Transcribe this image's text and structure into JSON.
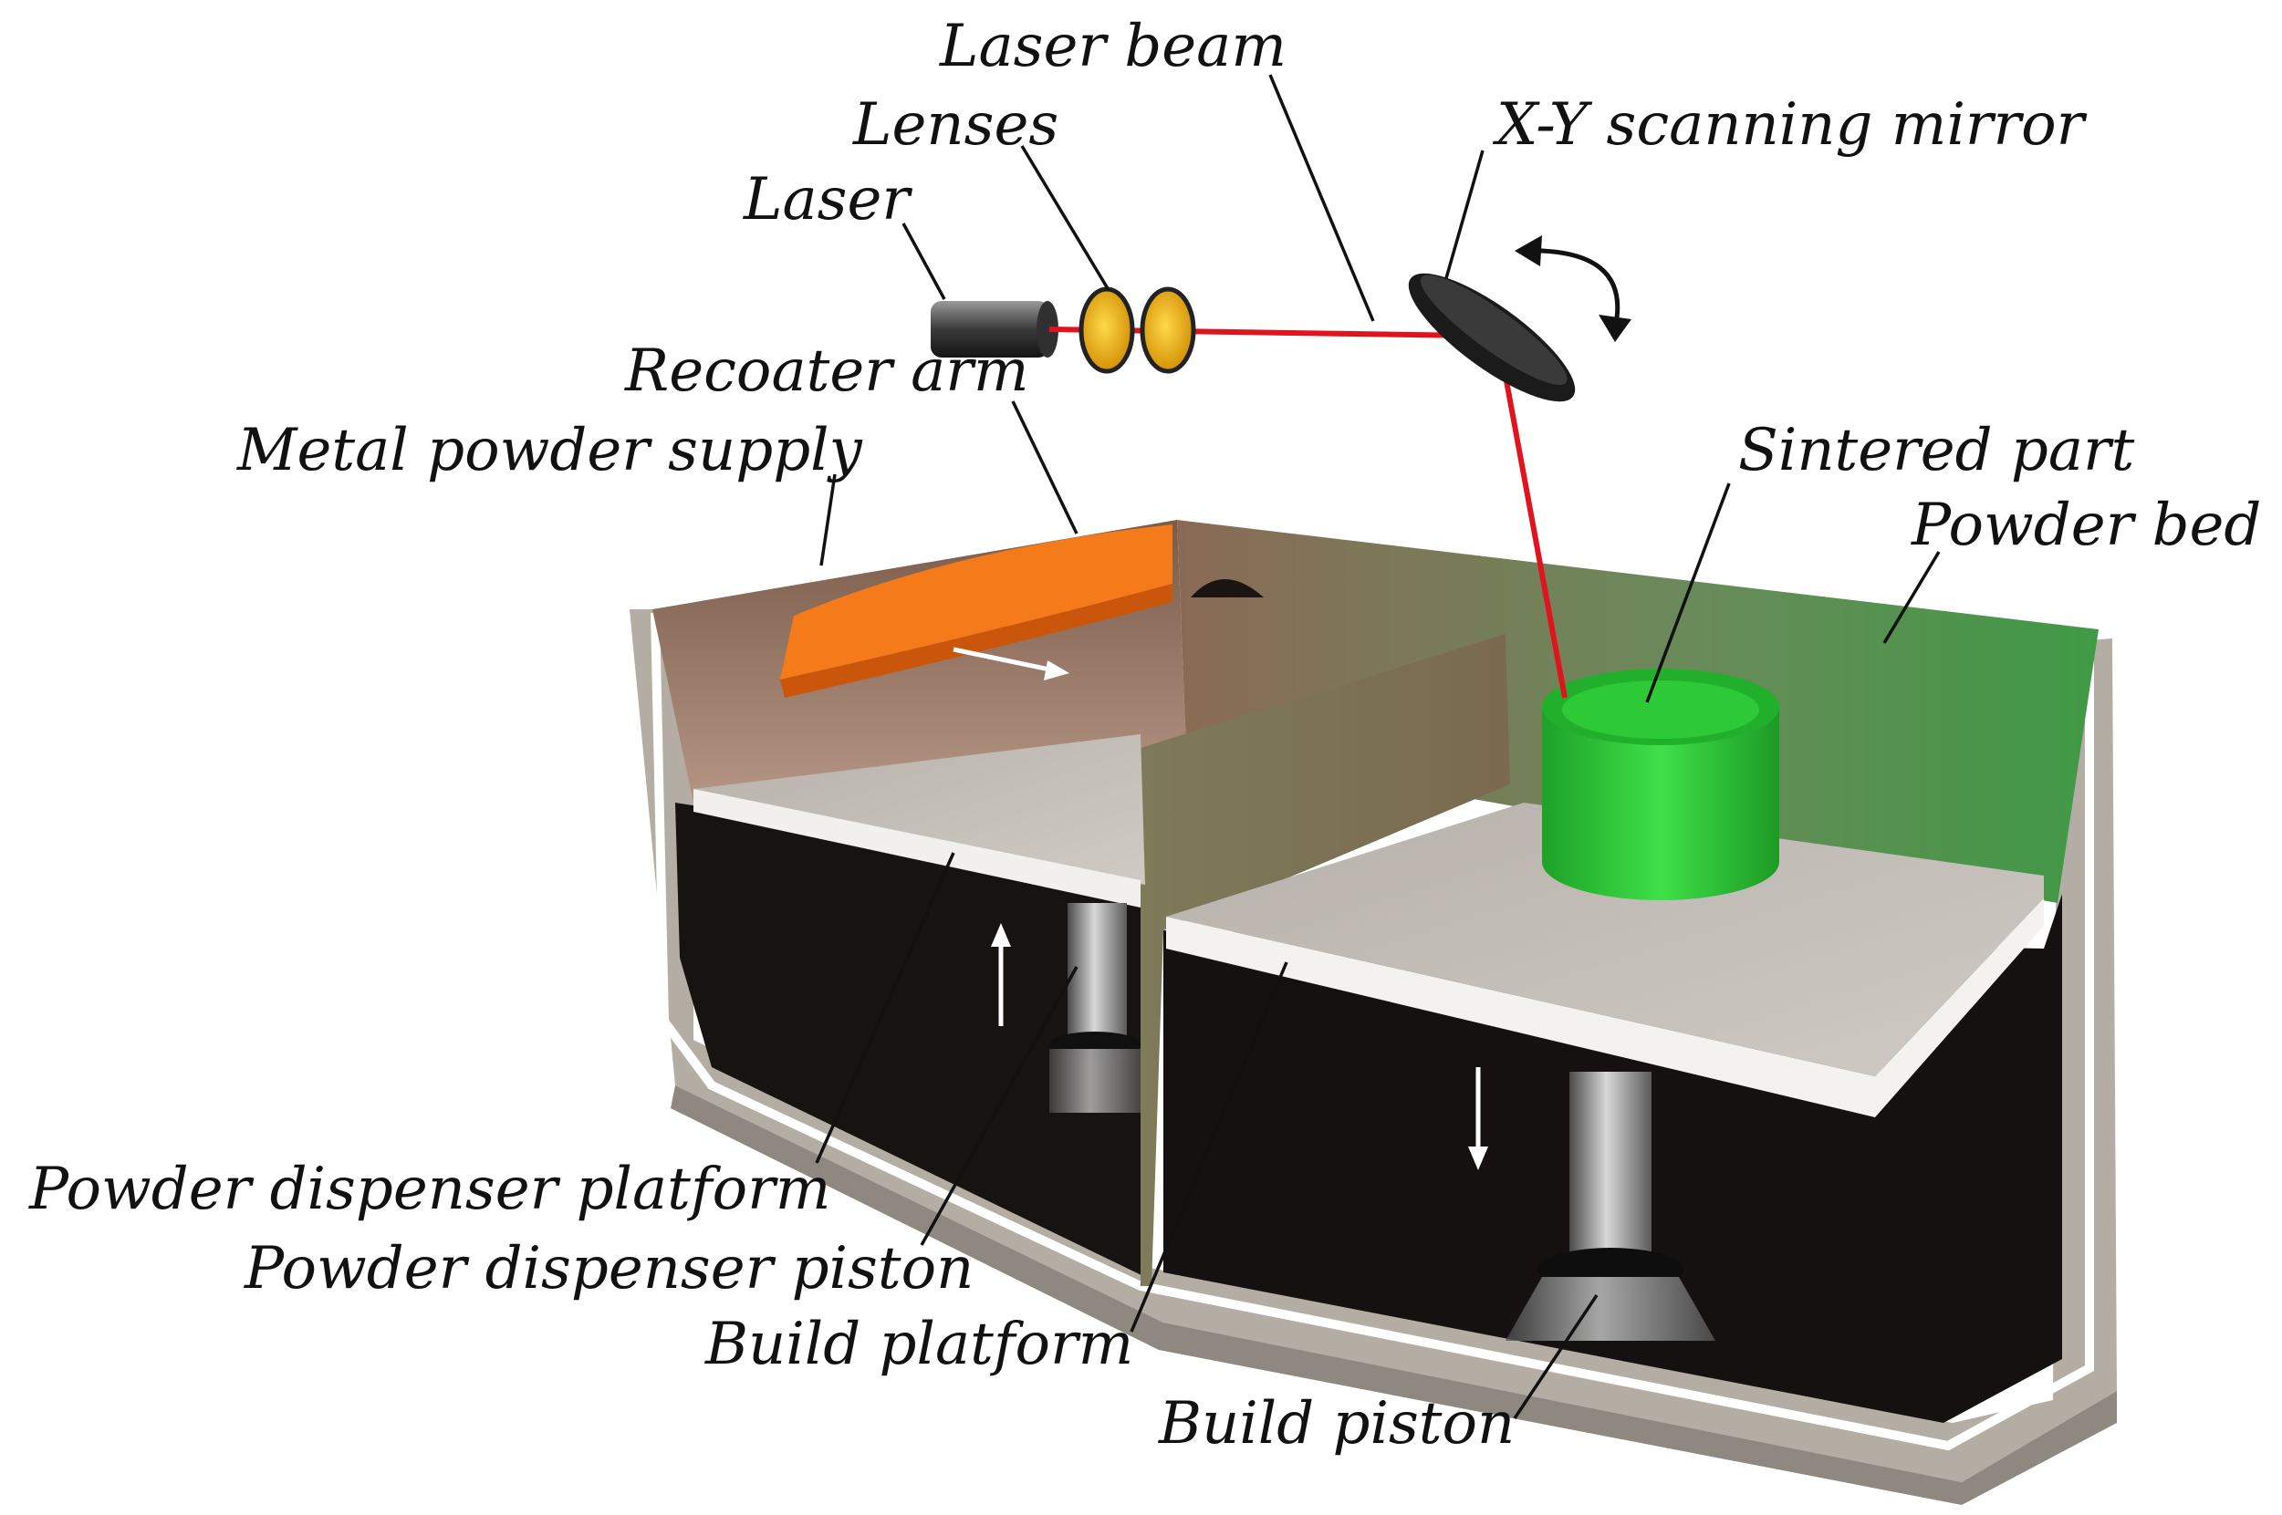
{
  "labels": {
    "laser_beam": "Laser beam",
    "lenses": "Lenses",
    "xy_mirror": "X-Y scanning mirror",
    "laser": "Laser",
    "recoater_arm": "Recoater arm",
    "metal_powder_supply": "Metal powder supply",
    "sintered_part": "Sintered part",
    "powder_bed": "Powder bed",
    "powder_dispenser_platform": "Powder dispenser platform",
    "powder_dispenser_piston": "Powder dispenser piston",
    "build_platform": "Build platform",
    "build_piston": "Build piston"
  },
  "colors": {
    "laser_beam": "#e0141e",
    "recoater_arm": "#f57a1a",
    "sintered_part": "#27c431",
    "lenses": "#f2b205",
    "enclosure": "#b9b3aa",
    "interior": "#161210",
    "platform": "#d8d6d2",
    "powder_wall": "#8c6a55"
  }
}
